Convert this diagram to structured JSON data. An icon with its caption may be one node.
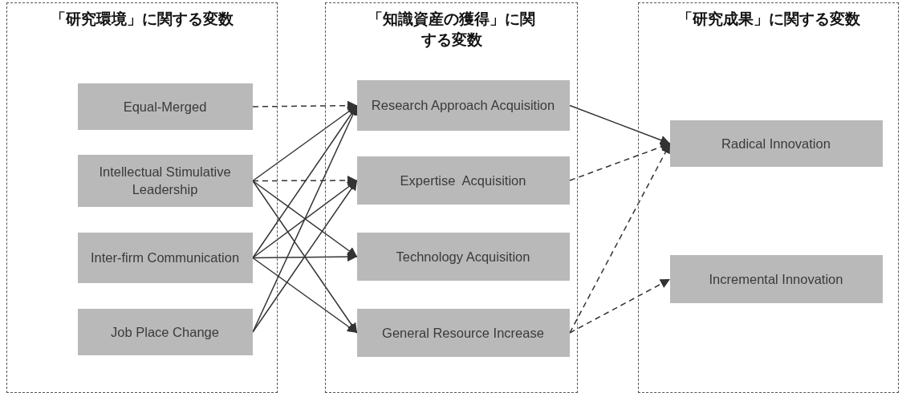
{
  "diagram": {
    "nodes": [
      {
        "text": [
          "「研究環境」に関する変数"
        ]
      },
      {
        "text": [
          "Equal-Merged"
        ],
        "in": 0
      },
      {
        "text": [
          "Intellectual Stimulative Leadership"
        ],
        "in": 0
      },
      {
        "text": [
          "Inter-firm Communication"
        ],
        "in": 0
      },
      {
        "text": [
          "Job Place Change"
        ],
        "in": 0
      },
      {
        "text": [
          "「知識資産の獲得」に関する変数"
        ]
      },
      {
        "text": [
          "Research Approach Acquisition"
        ],
        "in": 5
      },
      {
        "text": [
          "Expertise  Acquisition"
        ],
        "in": 5
      },
      {
        "text": [
          "Technology Acquisition"
        ],
        "in": 5
      },
      {
        "text": [
          "General Resource Increase"
        ],
        "in": 5
      },
      {
        "text": [
          "「研究成果」に関する変数"
        ]
      },
      {
        "text": [
          "Radical Innovation"
        ],
        "in": 10
      },
      {
        "text": [
          "Incremental Innovation"
        ],
        "in": 10
      }
    ],
    "edges": [
      {
        "from": 1,
        "to": 6,
        "arrow": "to",
        "style": "dashed"
      },
      {
        "from": 2,
        "to": 6,
        "arrow": "to"
      },
      {
        "from": 2,
        "to": 7,
        "arrow": "to",
        "style": "dashed"
      },
      {
        "from": 2,
        "to": 8,
        "arrow": "to"
      },
      {
        "from": 2,
        "to": 9,
        "arrow": "to"
      },
      {
        "from": 3,
        "to": 6,
        "arrow": "to"
      },
      {
        "from": 3,
        "to": 7,
        "arrow": "to"
      },
      {
        "from": 3,
        "to": 8,
        "arrow": "to"
      },
      {
        "from": 3,
        "to": 9,
        "arrow": "to"
      },
      {
        "from": 4,
        "to": 6,
        "arrow": "to"
      },
      {
        "from": 4,
        "to": 7,
        "arrow": "to"
      },
      {
        "from": 6,
        "to": 11,
        "arrow": "to"
      },
      {
        "from": 7,
        "to": 11,
        "arrow": "to",
        "style": "dashed"
      },
      {
        "from": 9,
        "to": 11,
        "arrow": "to",
        "style": "dashed"
      },
      {
        "from": 9,
        "to": 12,
        "arrow": "to",
        "style": "dashed"
      }
    ]
  }
}
